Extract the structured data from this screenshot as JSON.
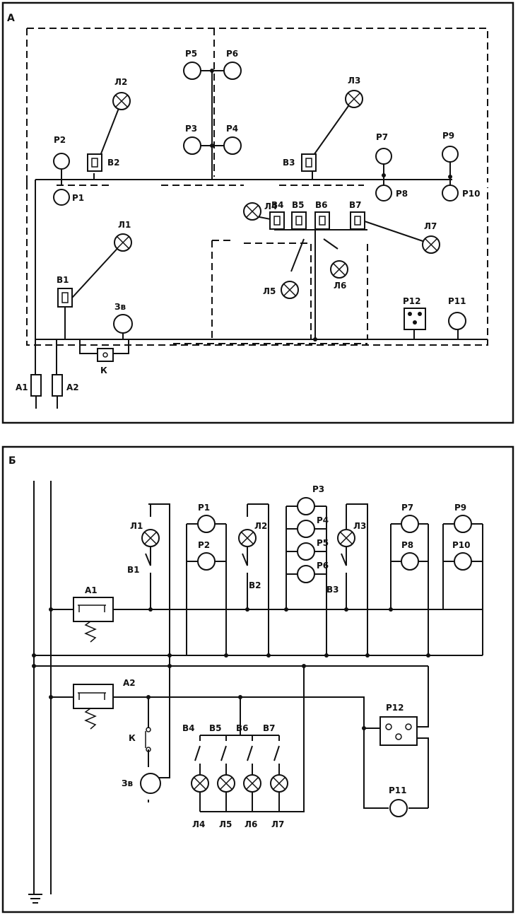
{
  "panel_a": {
    "title": "А",
    "labels": {
      "p1": "P1",
      "p2": "P2",
      "p3": "P3",
      "p4": "P4",
      "p5": "P5",
      "p6": "P6",
      "p7": "P7",
      "p8": "P8",
      "p9": "P9",
      "p10": "P10",
      "p11": "P11",
      "p12": "P12",
      "l1": "Л1",
      "l2": "Л2",
      "l3": "Л3",
      "l4": "Л4",
      "l5": "Л5",
      "l6": "Л6",
      "l7": "Л7",
      "b1": "B1",
      "b2": "B2",
      "b3": "B3",
      "b4": "B4",
      "b5": "B5",
      "b6": "B6",
      "b7": "B7",
      "zv": "Зв",
      "k": "К",
      "a1": "А1",
      "a2": "А2"
    }
  },
  "panel_b": {
    "title": "Б",
    "labels": {
      "p1": "P1",
      "p2": "P2",
      "p3": "P3",
      "p4": "P4",
      "p5": "P5",
      "p6": "P6",
      "p7": "P7",
      "p8": "P8",
      "p9": "P9",
      "p10": "P10",
      "p11": "P11",
      "p12": "P12",
      "l1": "Л1",
      "l2": "Л2",
      "l3": "Л3",
      "l4": "Л4",
      "l5": "Л5",
      "l6": "Л6",
      "l7": "Л7",
      "b1": "B1",
      "b2": "B2",
      "b3": "B3",
      "b4": "B4",
      "b5": "B5",
      "b6": "B6",
      "b7": "B7",
      "zv": "Зв",
      "k": "К",
      "a1": "А1",
      "a2": "А2"
    }
  }
}
